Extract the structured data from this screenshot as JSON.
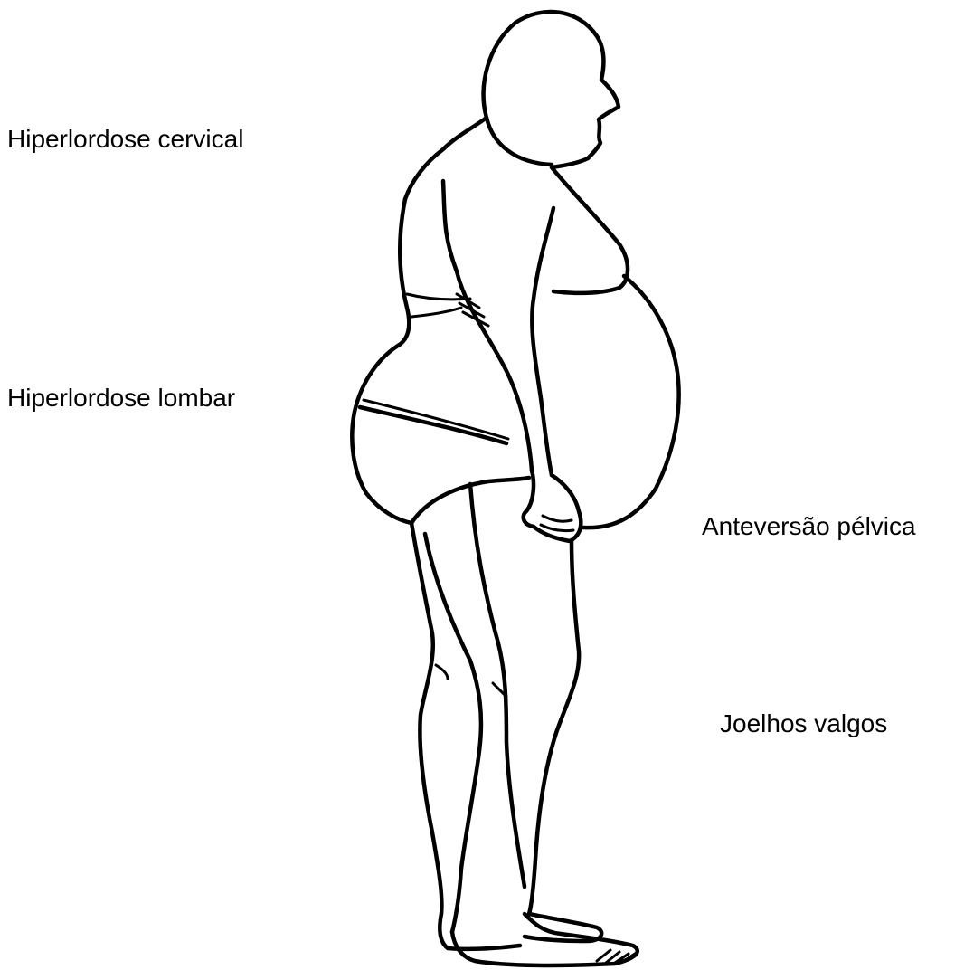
{
  "labels": {
    "cervical": "Hiperlordose cervical",
    "lombar": "Hiperlordose lombar",
    "pelvica": "Anteversão pélvica",
    "joelhos": "Joelhos valgos"
  },
  "figure": {
    "stroke_color": "#000000",
    "background": "#ffffff"
  }
}
